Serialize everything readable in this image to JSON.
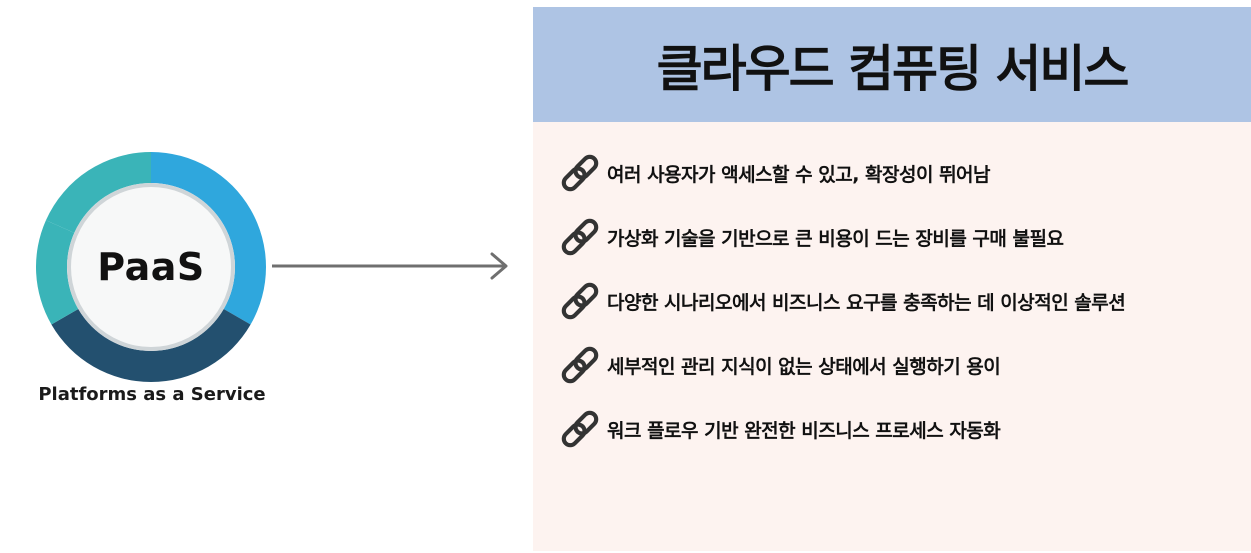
{
  "service": {
    "abbr": "PaaS",
    "full_name": "Platforms as a Service",
    "ring_colors": [
      "#3ab4b8",
      "#2fa7dd",
      "#23506f"
    ],
    "ring_inner_color": "#f7f8f8",
    "ring_border_color": "#cfd5d8"
  },
  "panel": {
    "title": "클라우드 컴퓨팅 서비스",
    "header_color": "#aec4e4",
    "body_color": "#fdf3f0",
    "items": [
      {
        "icon": "link-icon",
        "text": "여러 사용자가 액세스할 수 있고, 확장성이 뛰어남"
      },
      {
        "icon": "link-icon",
        "text": "가상화 기술을 기반으로 큰 비용이 드는 장비를 구매 불필요"
      },
      {
        "icon": "link-icon",
        "text": "다양한 시나리오에서 비즈니스 요구를 충족하는 데 이상적인 솔루션"
      },
      {
        "icon": "link-icon",
        "text": "세부적인 관리 지식이 없는 상태에서 실행하기 용이"
      },
      {
        "icon": "link-icon",
        "text": "워크 플로우 기반 완전한 비즈니스 프로세스 자동화"
      }
    ]
  },
  "arrow_color": "#6f6f6f"
}
